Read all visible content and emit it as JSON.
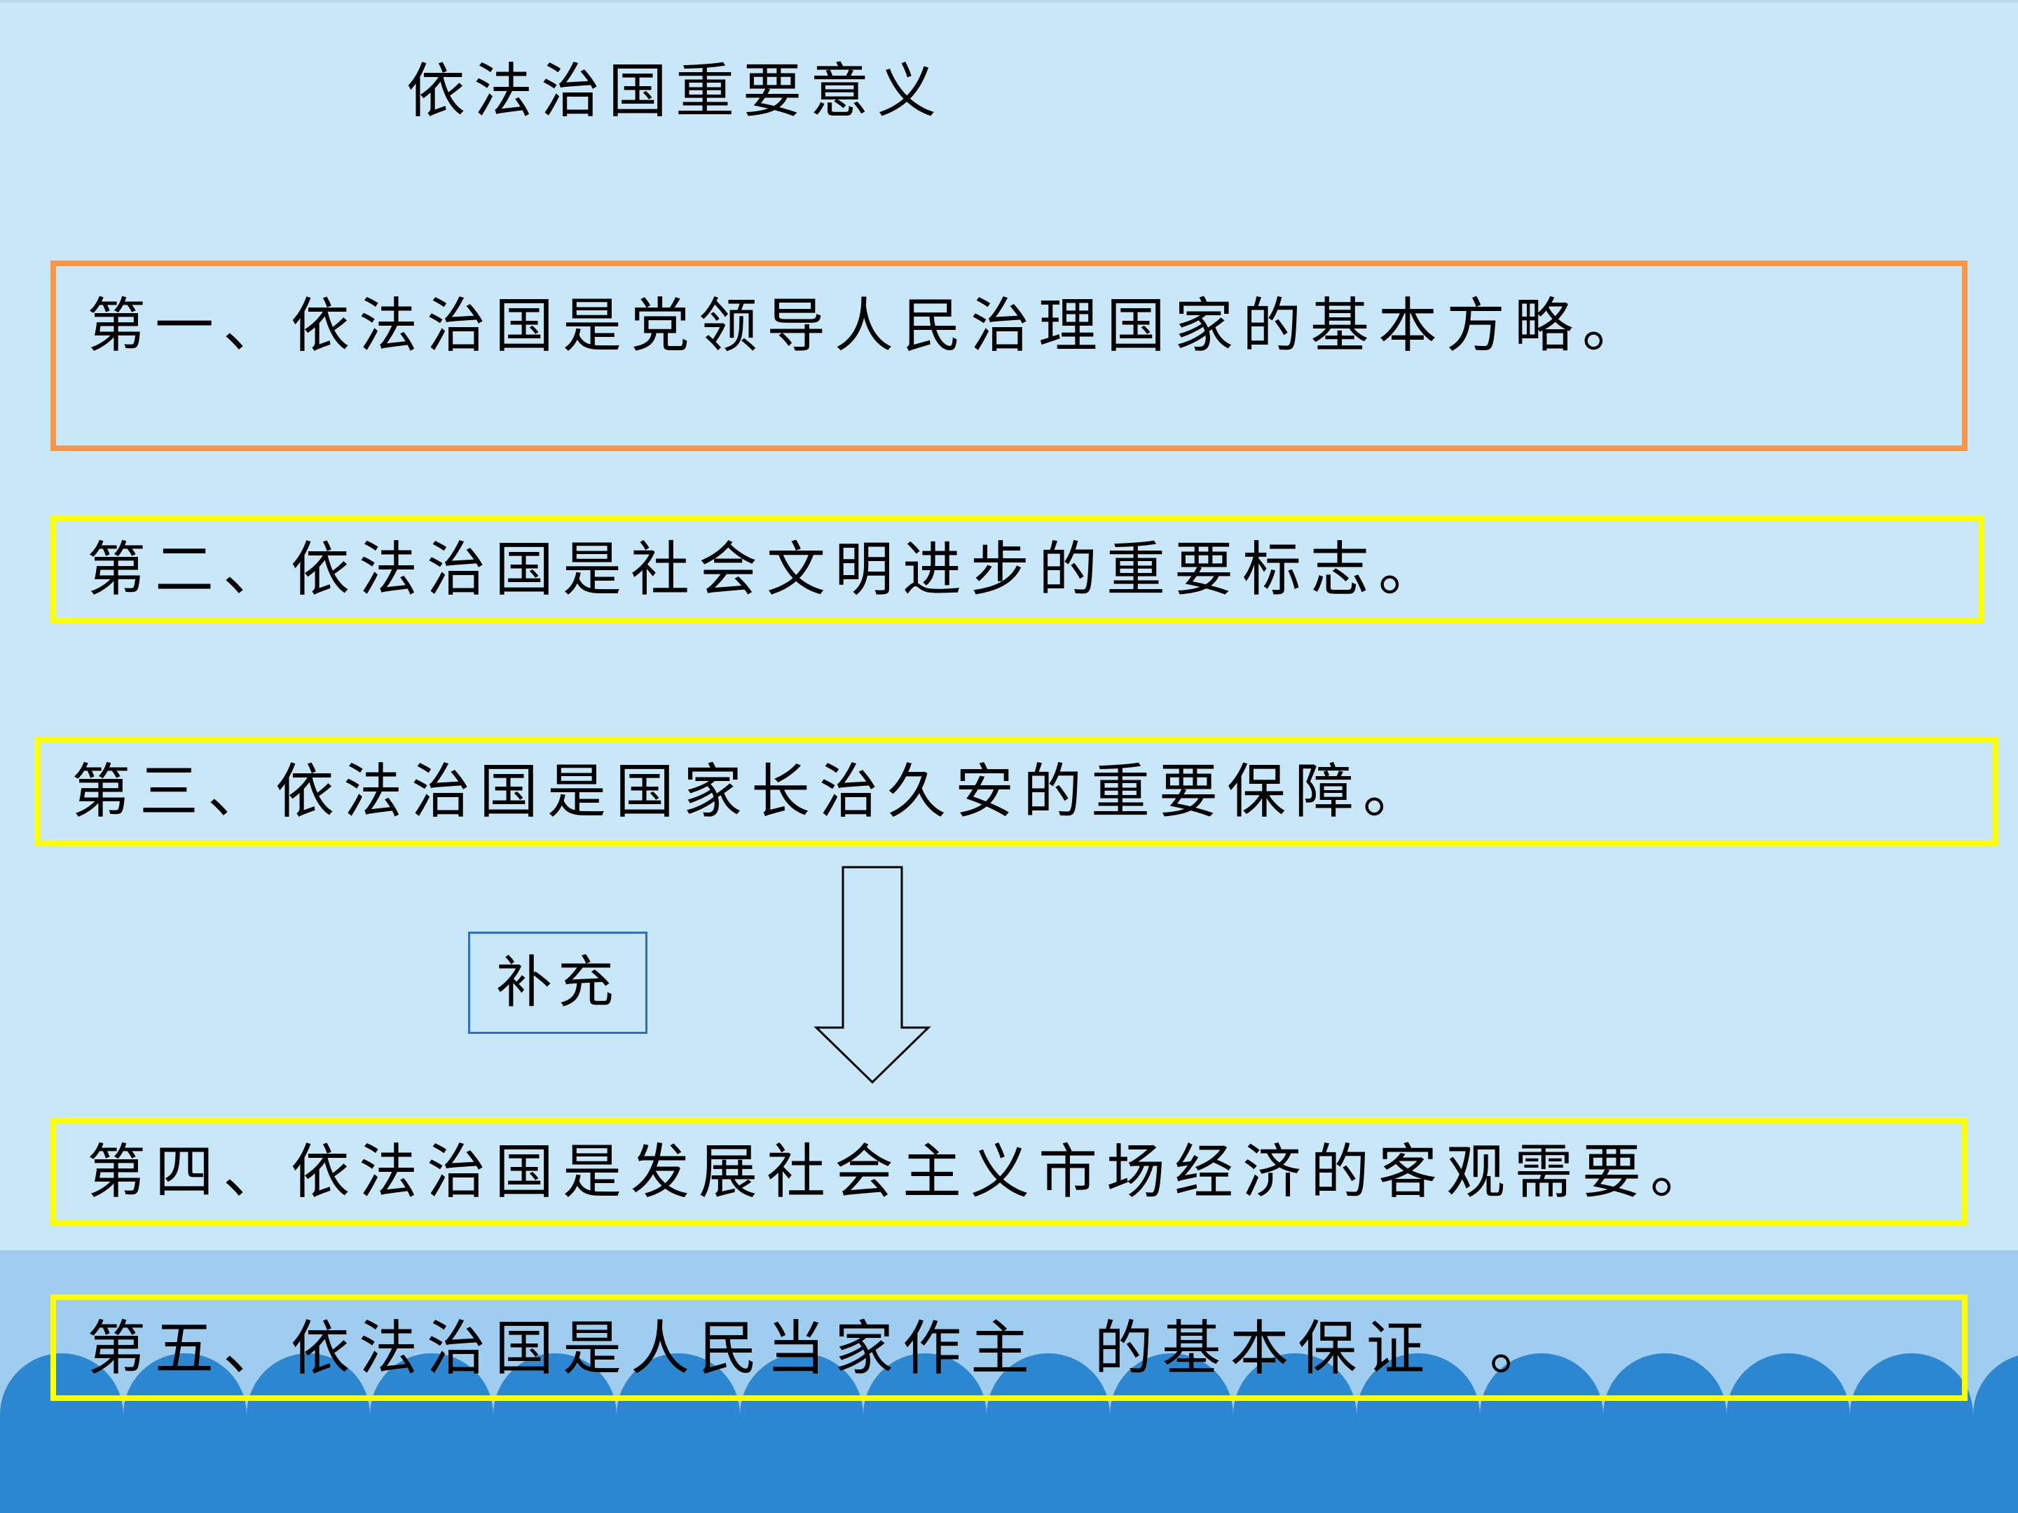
{
  "title": "依法治国重要意义",
  "points": [
    "第一、依法治国是党领导人民治理国家的基本方略。",
    "第二、依法治国是社会文明进步的重要标志。",
    "第三、依法治国是国家长治久安的重要保障。",
    "第四、依法治国是发展社会主义市场经济的客观需要。",
    "第五、依法治国是人民当家作主  的基本保证  。"
  ],
  "supplement_label": "补充",
  "icons": [
    "down-arrow-icon"
  ],
  "colors": {
    "background": "#c8e8fa",
    "box_orange": "#f79646",
    "box_yellow": "#ffff00",
    "wave": "#2b87d1",
    "supplement_border": "#2f6fbf"
  }
}
